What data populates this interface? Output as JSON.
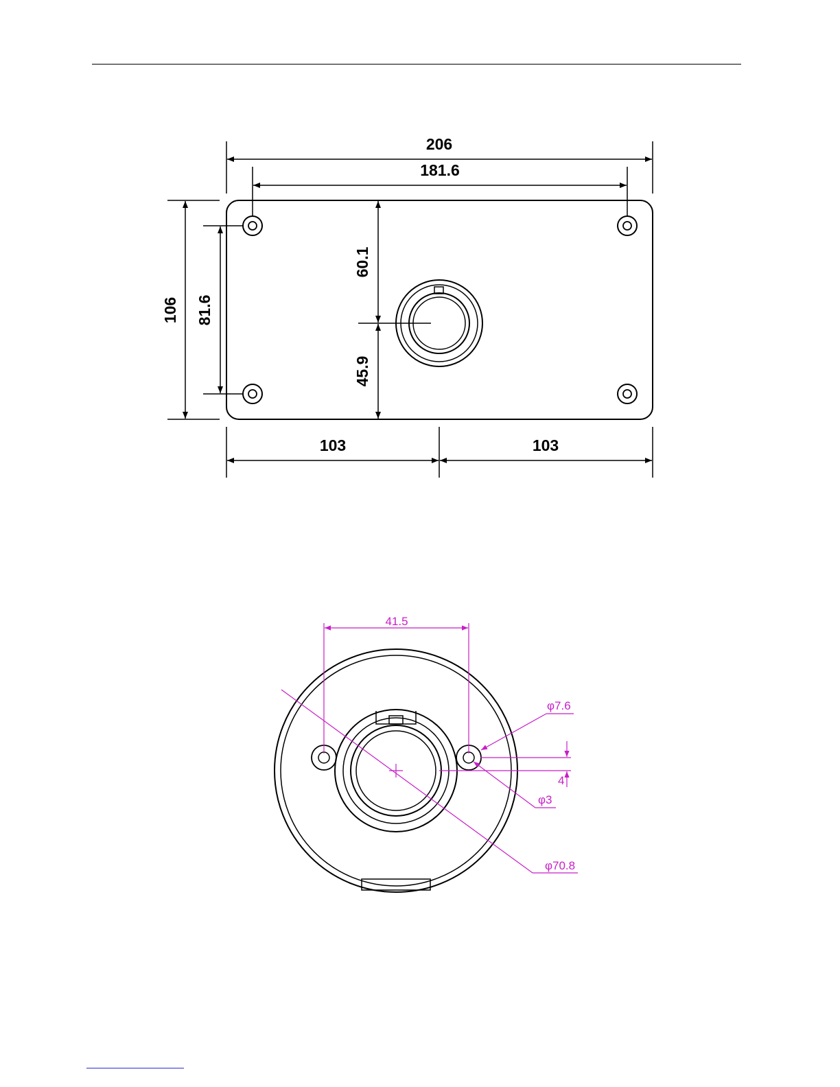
{
  "plate_drawing": {
    "overall_width": "206",
    "hole_spacing_x": "181.6",
    "overall_height": "106",
    "hole_spacing_y": "81.6",
    "center_from_top": "60.1",
    "center_from_bottom": "45.9",
    "half_width_left": "103",
    "half_width_right": "103"
  },
  "round_drawing": {
    "hole_offset": "41.5",
    "counterbore_dia": "φ7.6",
    "hole_dia": "φ3",
    "offset_y": "4",
    "outer_dia": "φ70.8",
    "color": "#c81ec8"
  }
}
